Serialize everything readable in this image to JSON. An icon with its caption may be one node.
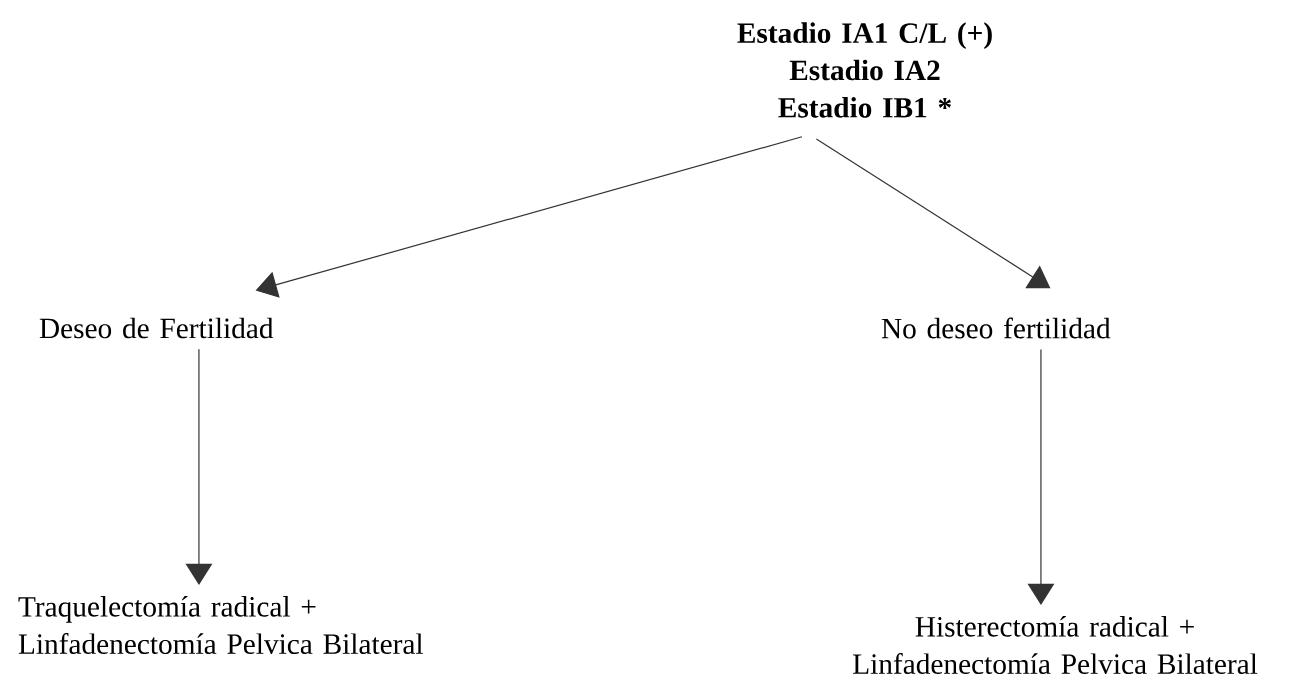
{
  "diagram": {
    "nodes": [
      {
        "text": [
          "Estadio IA1 C/L (+)",
          "Estadio IA2",
          "Estadio IB1 *"
        ]
      },
      {
        "text": [
          "Deseo de Fertilidad"
        ]
      },
      {
        "text": [
          "No deseo fertilidad"
        ]
      },
      {
        "text": [
          "Traquelectomía radical + Linfadenectomía Pelvica Bilateral"
        ]
      },
      {
        "text": [
          "Histerectomía radical + Linfadenectomía Pelvica Bilateral"
        ]
      }
    ],
    "edges": [
      {
        "from": 0,
        "to": 1,
        "arrow": "to"
      },
      {
        "from": 0,
        "to": 2,
        "arrow": "to"
      },
      {
        "from": 1,
        "to": 3,
        "arrow": "to"
      },
      {
        "from": 2,
        "to": 4,
        "arrow": "to"
      }
    ]
  }
}
